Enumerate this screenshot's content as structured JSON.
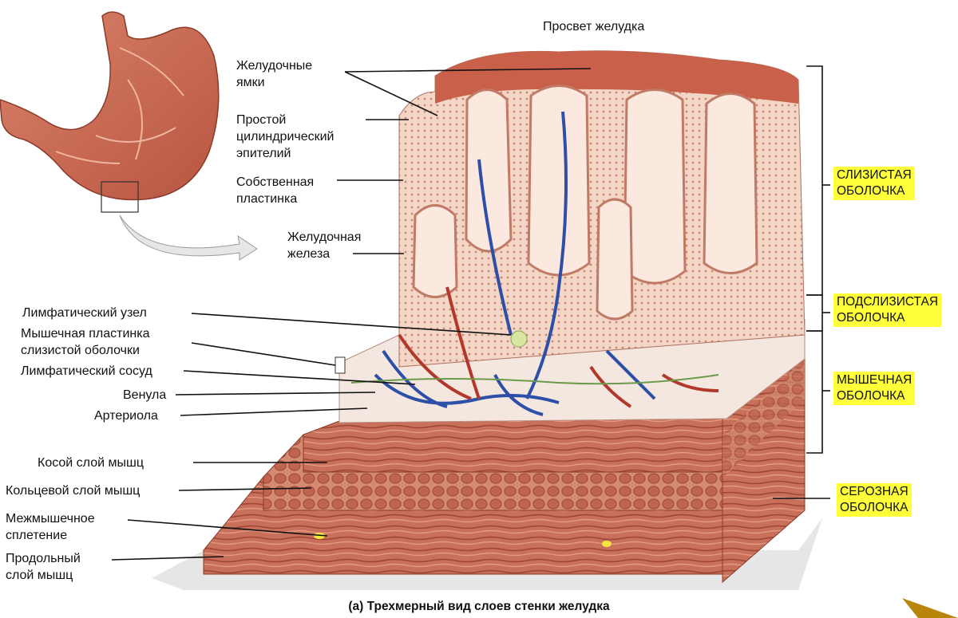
{
  "top_label": "Просвет желудка",
  "left_labels": {
    "gastric_pits": [
      "Желудочные",
      "ямки"
    ],
    "epithelium": [
      "Простой",
      "цилиндрический",
      "эпителий"
    ],
    "lamina_propria": [
      "Собственная",
      "пластинка"
    ],
    "gastric_gland": [
      "Желудочная",
      "железа"
    ],
    "lymph_node": "Лимфатический узел",
    "muscularis_mucosae": [
      "Мышечная пластинка",
      "слизистой оболочки"
    ],
    "lymph_vessel": "Лимфатический сосуд",
    "venule": "Венула",
    "arteriole": "Артериола",
    "oblique_muscle": "Косой слой мышц",
    "circular_muscle": "Кольцевой слой мышц",
    "myenteric_plexus": [
      "Межмышечное",
      "сплетение"
    ],
    "longitudinal_muscle": [
      "Продольный",
      "слой мышц"
    ]
  },
  "layer_tags": {
    "mucosa": [
      "СЛИЗИСТАЯ",
      "ОБОЛОЧКА"
    ],
    "submucosa": [
      "ПОДСЛИЗИСТАЯ",
      "ОБОЛОЧКА"
    ],
    "muscularis": [
      "МЫШЕЧНАЯ",
      "ОБОЛОЧКА"
    ],
    "serosa": [
      "СЕРОЗНАЯ",
      "ОБОЛОЧКА"
    ]
  },
  "caption": "(а) Трехмерный вид слоев стенки желудка",
  "colors": {
    "highlight": "#ffff3a",
    "mucosa": "#e8b9a0",
    "muscle": "#c3664e",
    "vein": "#2e4fa8",
    "artery": "#b3382c"
  }
}
